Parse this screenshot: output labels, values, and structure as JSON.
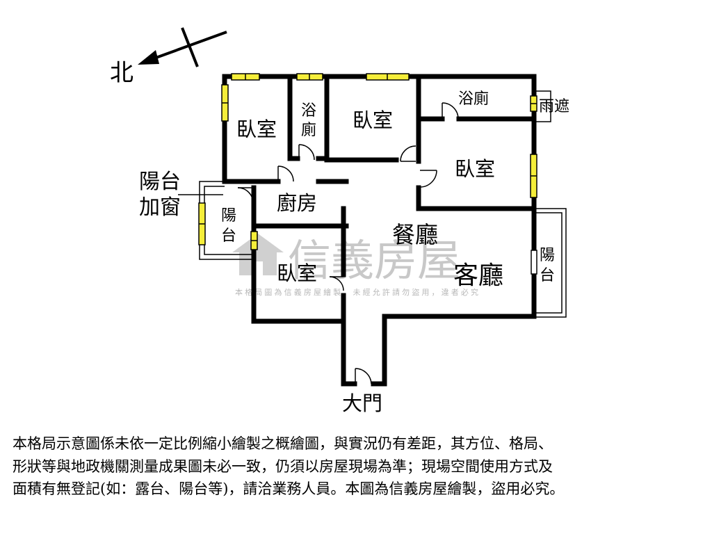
{
  "compass": {
    "north_label": "北"
  },
  "rooms": {
    "bedroom_nw": "臥室",
    "bath_small_top": "浴",
    "bath_small_bottom": "廁",
    "bedroom_n": "臥室",
    "bath_ne": "浴廁",
    "rain_shelter": "雨遮",
    "bedroom_e": "臥室",
    "balcony_window_line1": "陽台",
    "balcony_window_line2": "加窗",
    "balcony_w_top": "陽",
    "balcony_w_bottom": "台",
    "kitchen": "廚房",
    "dining": "餐廳",
    "living": "客廳",
    "bedroom_sw": "臥室",
    "balcony_e_top": "陽",
    "balcony_e_bottom": "台",
    "main_door": "大門"
  },
  "watermark": {
    "brand": "信義房屋",
    "notice": "本格局圖為信義房屋繪製，未經允許請勿盜用，違者必究"
  },
  "disclaimer": {
    "line1": "本格局示意圖係未依一定比例縮小繪製之概繪圖，與實況仍有差距，其方位、格局、",
    "line2": "形狀等與地政機關測量成果圖未必一致，仍須以房屋現場為準；現場空間使用方式及",
    "line3": "面積有無登記(如：露台、陽台等)，請洽業務人員。本圖為信義房屋繪製，盜用必究。"
  },
  "colors": {
    "wall": "#000000",
    "window_fill": "#f5ee3a",
    "watermark": "#c8c8c8"
  }
}
